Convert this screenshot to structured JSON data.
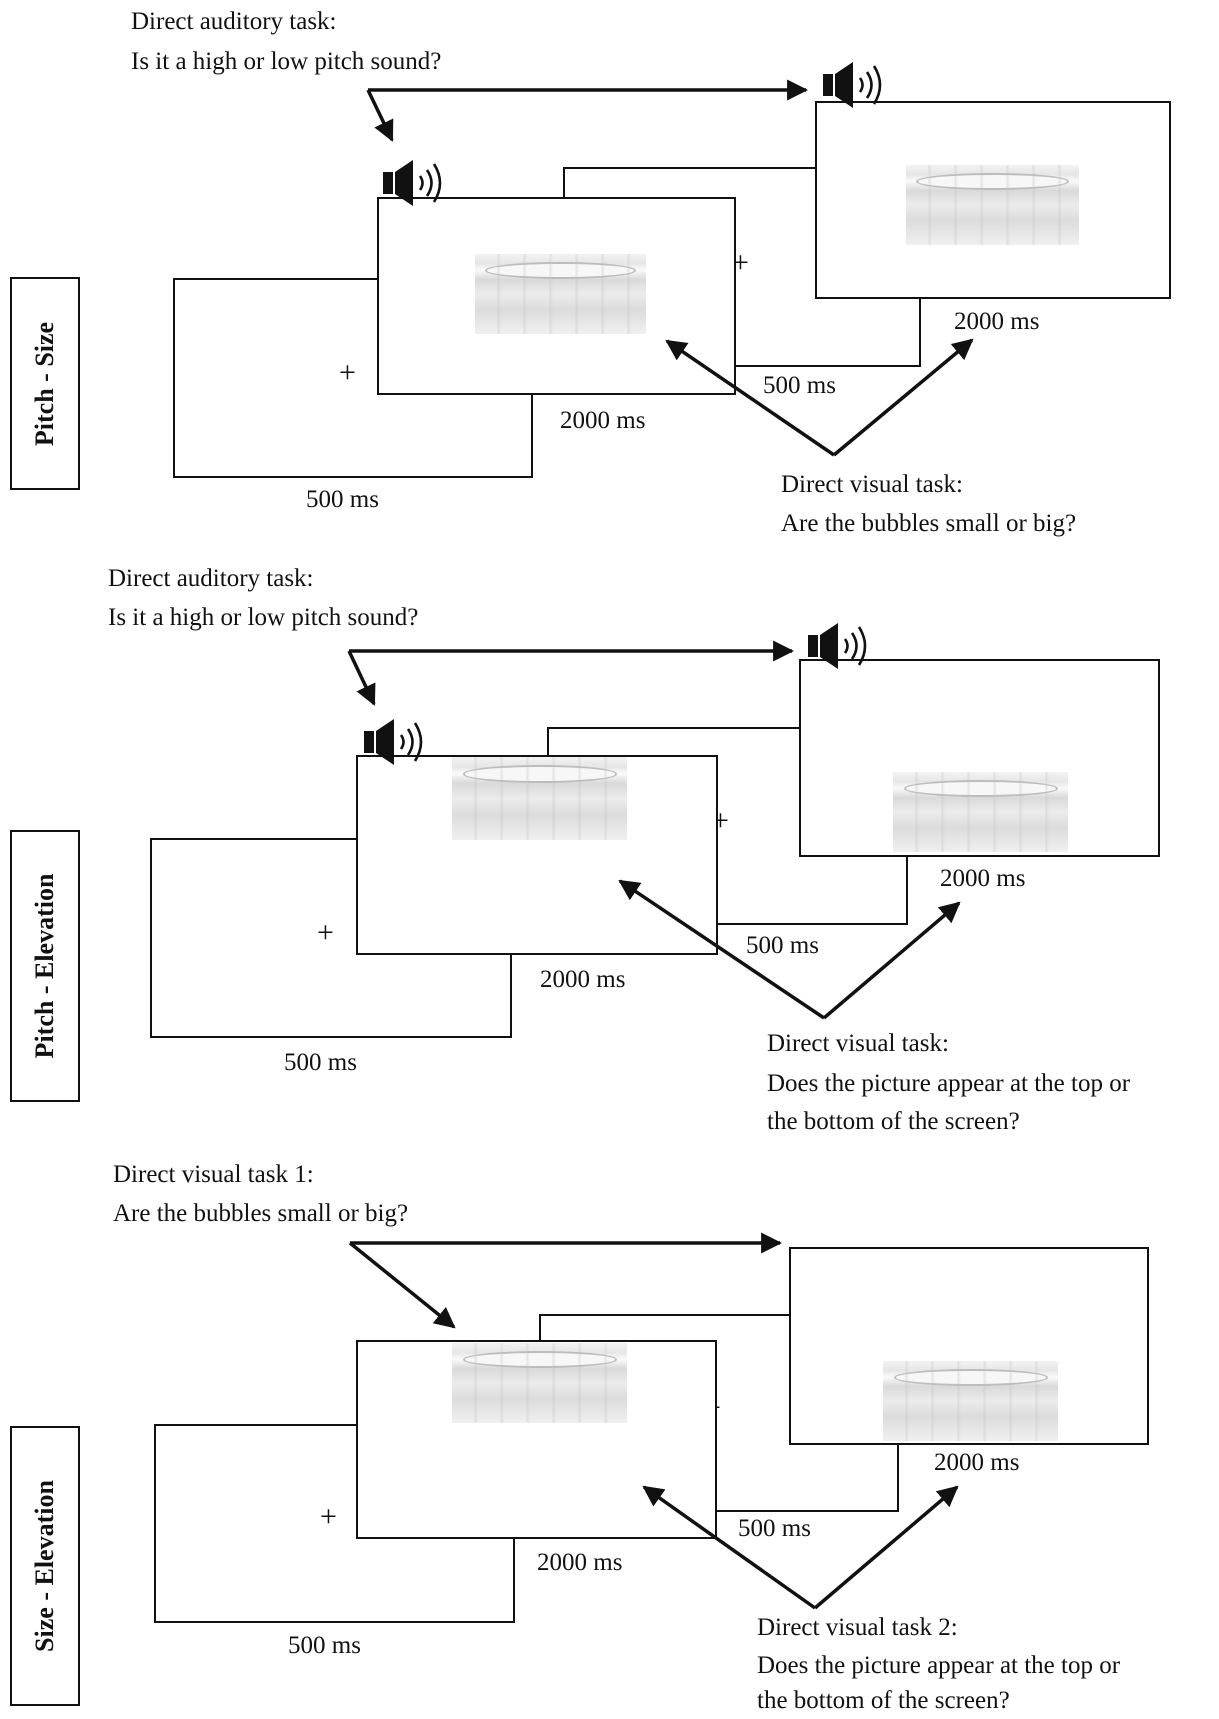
{
  "panels": [
    {
      "side_label": "Pitch - Size",
      "top_task_title": "Direct auditory task:",
      "top_task_question": "Is it a high or low pitch sound?",
      "bottom_task_title": "Direct visual task:",
      "bottom_task_question": "Are the bubbles small or big?",
      "bottom_task_question_2": "",
      "dur_fix1": "500 ms",
      "dur_stim1": "2000 ms",
      "dur_fix2": "500 ms",
      "dur_stim2": "2000 ms",
      "fixation": "+"
    },
    {
      "side_label": "Pitch - Elevation",
      "top_task_title": "Direct auditory task:",
      "top_task_question": "Is it a high or low pitch sound?",
      "bottom_task_title": "Direct visual task:",
      "bottom_task_question": "Does the picture appear at the top or",
      "bottom_task_question_2": "the bottom of the screen?",
      "dur_fix1": "500 ms",
      "dur_stim1": "2000 ms",
      "dur_fix2": "500 ms",
      "dur_stim2": "2000 ms",
      "fixation": "+"
    },
    {
      "side_label": "Size - Elevation",
      "top_task_title": "Direct visual task 1:",
      "top_task_question": "Are the bubbles small or big?",
      "bottom_task_title": "Direct visual task 2:",
      "bottom_task_question": "Does the picture appear at the top or",
      "bottom_task_question_2": "the bottom of the screen?",
      "dur_fix1": "500 ms",
      "dur_stim1": "2000 ms",
      "dur_fix2": "500 ms",
      "dur_stim2": "2000 ms",
      "fixation": "+"
    }
  ],
  "icons": {
    "sound": "speaker-icon",
    "stimulus": "water-glass-image"
  }
}
